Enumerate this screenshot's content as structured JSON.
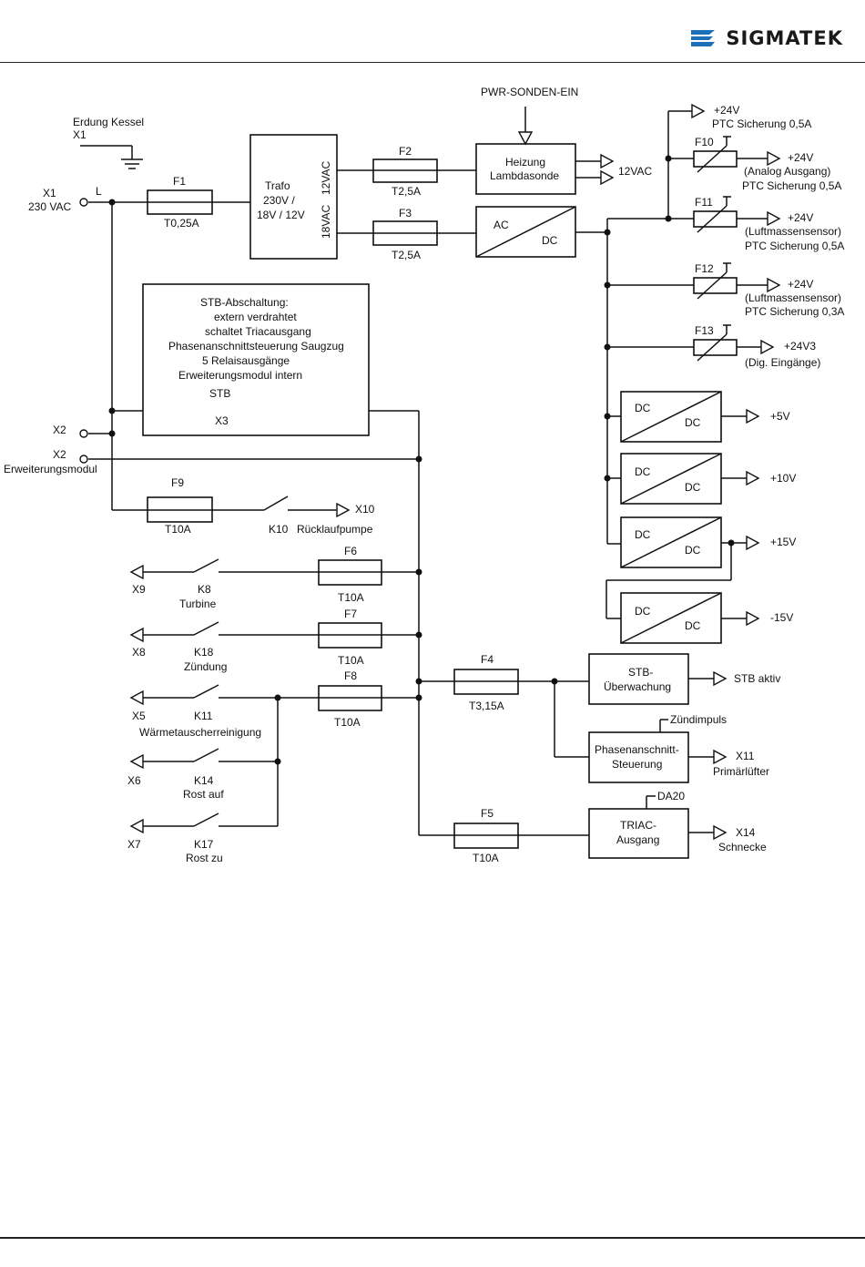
{
  "header": {
    "brand": "SIGMATEK"
  },
  "colors": {
    "ink": "#111111",
    "logo_blue": "#1d6fb8"
  },
  "diagram": {
    "pwr": "PWR-SONDEN-EIN",
    "erdung": "Erdung Kessel",
    "x1_top": "X1",
    "x1": "X1",
    "vac230": "230 VAC",
    "l": "L",
    "f1": "F1",
    "f1_val": "T0,25A",
    "trafo1": "Trafo",
    "trafo2": "230V /",
    "trafo3": "18V / 12V",
    "vac12_side": "12VAC",
    "vac18_side": "18VAC",
    "f2": "F2",
    "f2_val": "T2,5A",
    "f3": "F3",
    "f3_val": "T2,5A",
    "heiz1": "Heizung",
    "heiz2": "Lambdasonde",
    "vac12_out": "12VAC",
    "ac": "AC",
    "dc": "DC",
    "stb_lines": [
      "STB-Abschaltung:",
      "extern verdrahtet",
      "schaltet Triacausgang",
      "Phasenanschnittsteuerung Saugzug",
      "5 Relaisausgänge",
      "Erweiterungsmodul intern"
    ],
    "stb": "STB",
    "x3": "X3",
    "x2a": "X2",
    "x2b": "X2",
    "erw": "Erweiterungsmodul",
    "f9": "F9",
    "f9_val": "T10A",
    "k10": "K10",
    "x10": "X10",
    "rueck": "Rücklaufpumpe",
    "x9": "X9",
    "k8": "K8",
    "turbine": "Turbine",
    "f6": "F6",
    "f6_val": "T10A",
    "x8": "X8",
    "k18": "K18",
    "zuendung": "Zündung",
    "f7": "F7",
    "f7_val": "T10A",
    "x5": "X5",
    "k11": "K11",
    "waerme": "Wärmetauscherreinigung",
    "f8": "F8",
    "f8_val": "T10A",
    "x6": "X6",
    "k14": "K14",
    "rost_auf": "Rost auf",
    "x7": "X7",
    "k17": "K17",
    "rost_zu": "Rost zu",
    "f4": "F4",
    "f4_val": "T3,15A",
    "f5": "F5",
    "f5_val": "T10A",
    "stbu1": "STB-",
    "stbu2": "Überwachung",
    "stb_aktiv": "STB aktiv",
    "zuendimpuls": "Zündimpuls",
    "phas1": "Phasenanschnitt-",
    "phas2": "Steuerung",
    "x11": "X11",
    "primaer": "Primärlüfter",
    "da20": "DA20",
    "triac1": "TRIAC-",
    "triac2": "Ausgang",
    "x14": "X14",
    "schnecke": "Schnecke",
    "p24_top": "+24V",
    "ptc05_top": "PTC Sicherung 0,5A",
    "f10": "F10",
    "p24_f10": "+24V",
    "analog": "(Analog Ausgang)",
    "ptc05_f10": "PTC Sicherung 0,5A",
    "f11": "F11",
    "p24_f11": "+24V",
    "luft1": "(Luftmassensensor)",
    "ptc05_f11": "PTC Sicherung 0,5A",
    "f12": "F12",
    "p24_f12": "+24V",
    "luft2": "(Luftmassensensor)",
    "ptc03_f12": "PTC Sicherung 0,3A",
    "f13": "F13",
    "p24v3": "+24V3",
    "dig": "(Dig. Eingänge)",
    "p5": "+5V",
    "p10": "+10V",
    "p15": "+15V",
    "m15": "-15V"
  }
}
